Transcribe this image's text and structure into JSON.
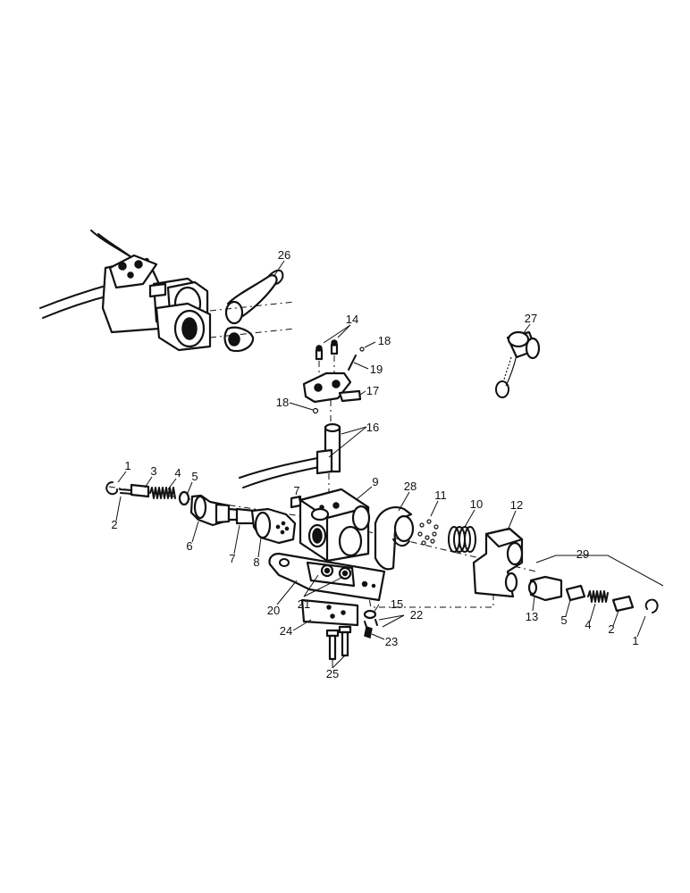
{
  "callouts": {
    "c1a": "1",
    "c3": "3",
    "c4a": "4",
    "c5a": "5",
    "c2a": "2",
    "c6": "6",
    "c7a": "7",
    "c7b": "7",
    "c8": "8",
    "c9": "9",
    "c28": "28",
    "c11": "11",
    "c10": "10",
    "c12": "12",
    "c29": "29",
    "c13": "13",
    "c5b": "5",
    "c4b": "4",
    "c2b": "2",
    "c1b": "1",
    "c14": "14",
    "c18a": "18",
    "c19": "19",
    "c17": "17",
    "c18b": "18",
    "c16": "16",
    "c26": "26",
    "c27": "27",
    "c20": "20",
    "c21": "21",
    "c15": "15",
    "c22": "22",
    "c23": "23",
    "c24": "24",
    "c25": "25"
  }
}
